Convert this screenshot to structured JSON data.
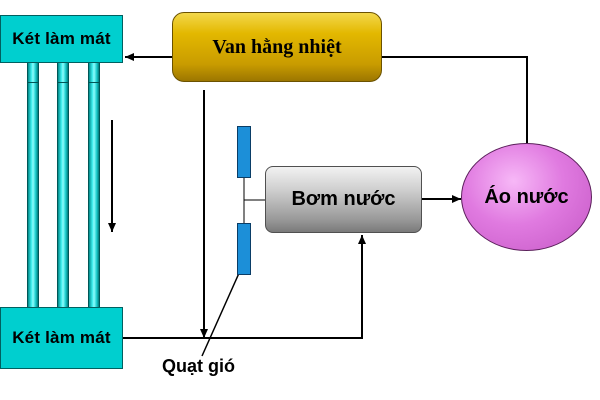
{
  "diagram": {
    "radiator_top_label": "Két làm mát",
    "radiator_bottom_label": "Két làm mát",
    "thermostat_label": "Van hằng nhiệt",
    "pump_label": "Bơm nước",
    "jacket_label": "Áo nước",
    "fan_label": "Quạt gió"
  },
  "colors": {
    "radiator": "#00cfcf",
    "thermostat": "#d9ae00",
    "pump": "#a8a8a8",
    "jacket": "#e07ae0",
    "fan_blade": "#1c8fd8"
  }
}
